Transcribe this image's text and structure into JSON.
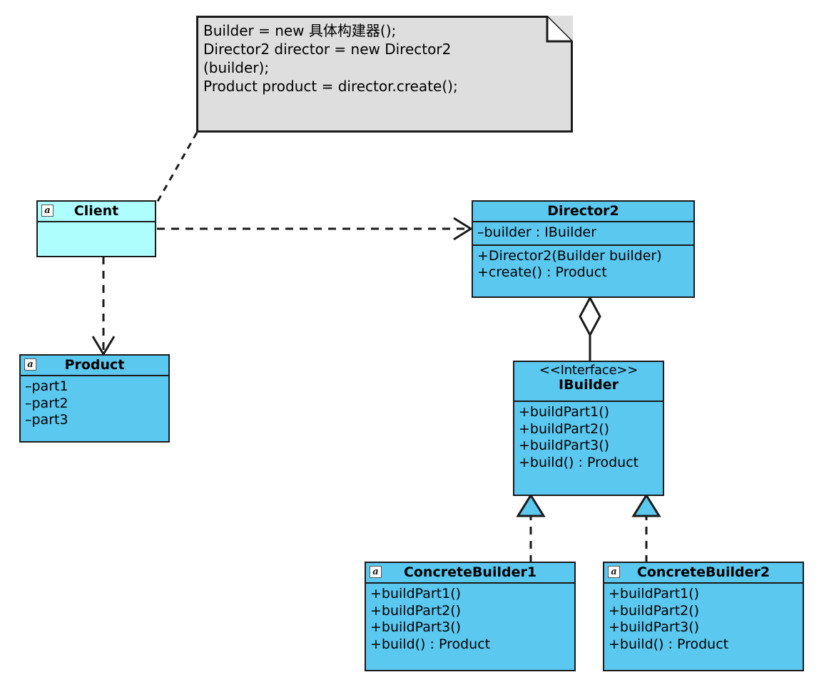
{
  "diagram": {
    "title": "Builder Pattern UML Class Diagram",
    "colors": {
      "class_fill": "#5BC8F0",
      "client_fill": "#AEFEFE",
      "note_fill": "#DEDEDE",
      "stroke": "#1a1a1a",
      "background": "#ffffff"
    }
  },
  "note": {
    "name": "code-note",
    "marker_icon": "folded-corner-icon",
    "text": "Builder = new 具体构建器();\nDirector2 director = new Director2\n(builder);\nProduct product = director.create();"
  },
  "classes": {
    "client": {
      "marker_icon": "class-a-icon",
      "marker_glyph": "a",
      "name": "Client",
      "attributes": [],
      "operations": []
    },
    "product": {
      "marker_icon": "class-a-icon",
      "marker_glyph": "a",
      "name": "Product",
      "attributes": [
        "–part1",
        "–part2",
        "–part3"
      ],
      "operations": []
    },
    "director2": {
      "marker_icon": "",
      "marker_glyph": "",
      "name": "Director2",
      "attributes": [
        "–builder : IBuilder"
      ],
      "operations": [
        "+Director2(Builder builder)",
        "+create() : Product"
      ]
    },
    "ibuilder": {
      "stereotype": "<<Interface>>",
      "name": "IBuilder",
      "attributes": [],
      "operations": [
        "+buildPart1()",
        "+buildPart2()",
        "+buildPart3()",
        "+build() : Product"
      ]
    },
    "concrete_builder_1": {
      "marker_icon": "class-a-icon",
      "marker_glyph": "a",
      "name": "ConcreteBuilder1",
      "attributes": [],
      "operations": [
        "+buildPart1()",
        "+buildPart2()",
        "+buildPart3()",
        "+build() : Product"
      ]
    },
    "concrete_builder_2": {
      "marker_icon": "class-a-icon",
      "marker_glyph": "a",
      "name": "ConcreteBuilder2",
      "attributes": [],
      "operations": [
        "+buildPart1()",
        "+buildPart2()",
        "+buildPart3()",
        "+build() : Product"
      ]
    }
  },
  "relationships": [
    {
      "name": "note-anchor-client",
      "kind": "note-link",
      "from": "note",
      "to": "Client",
      "style": "dashed"
    },
    {
      "name": "client-depends-director2",
      "kind": "dependency",
      "from": "Client",
      "to": "Director2",
      "style": "dashed",
      "arrow": "open"
    },
    {
      "name": "client-depends-product",
      "kind": "dependency",
      "from": "Client",
      "to": "Product",
      "style": "dashed",
      "arrow": "open"
    },
    {
      "name": "director2-aggregates-ibuilder",
      "kind": "aggregation",
      "from": "Director2",
      "to": "IBuilder",
      "style": "solid",
      "arrow": "hollow-diamond"
    },
    {
      "name": "concretebuilder1-realizes-ibuilder",
      "kind": "realization",
      "from": "ConcreteBuilder1",
      "to": "IBuilder",
      "style": "dashed",
      "arrow": "hollow-triangle"
    },
    {
      "name": "concretebuilder2-realizes-ibuilder",
      "kind": "realization",
      "from": "ConcreteBuilder2",
      "to": "IBuilder",
      "style": "dashed",
      "arrow": "hollow-triangle"
    }
  ]
}
